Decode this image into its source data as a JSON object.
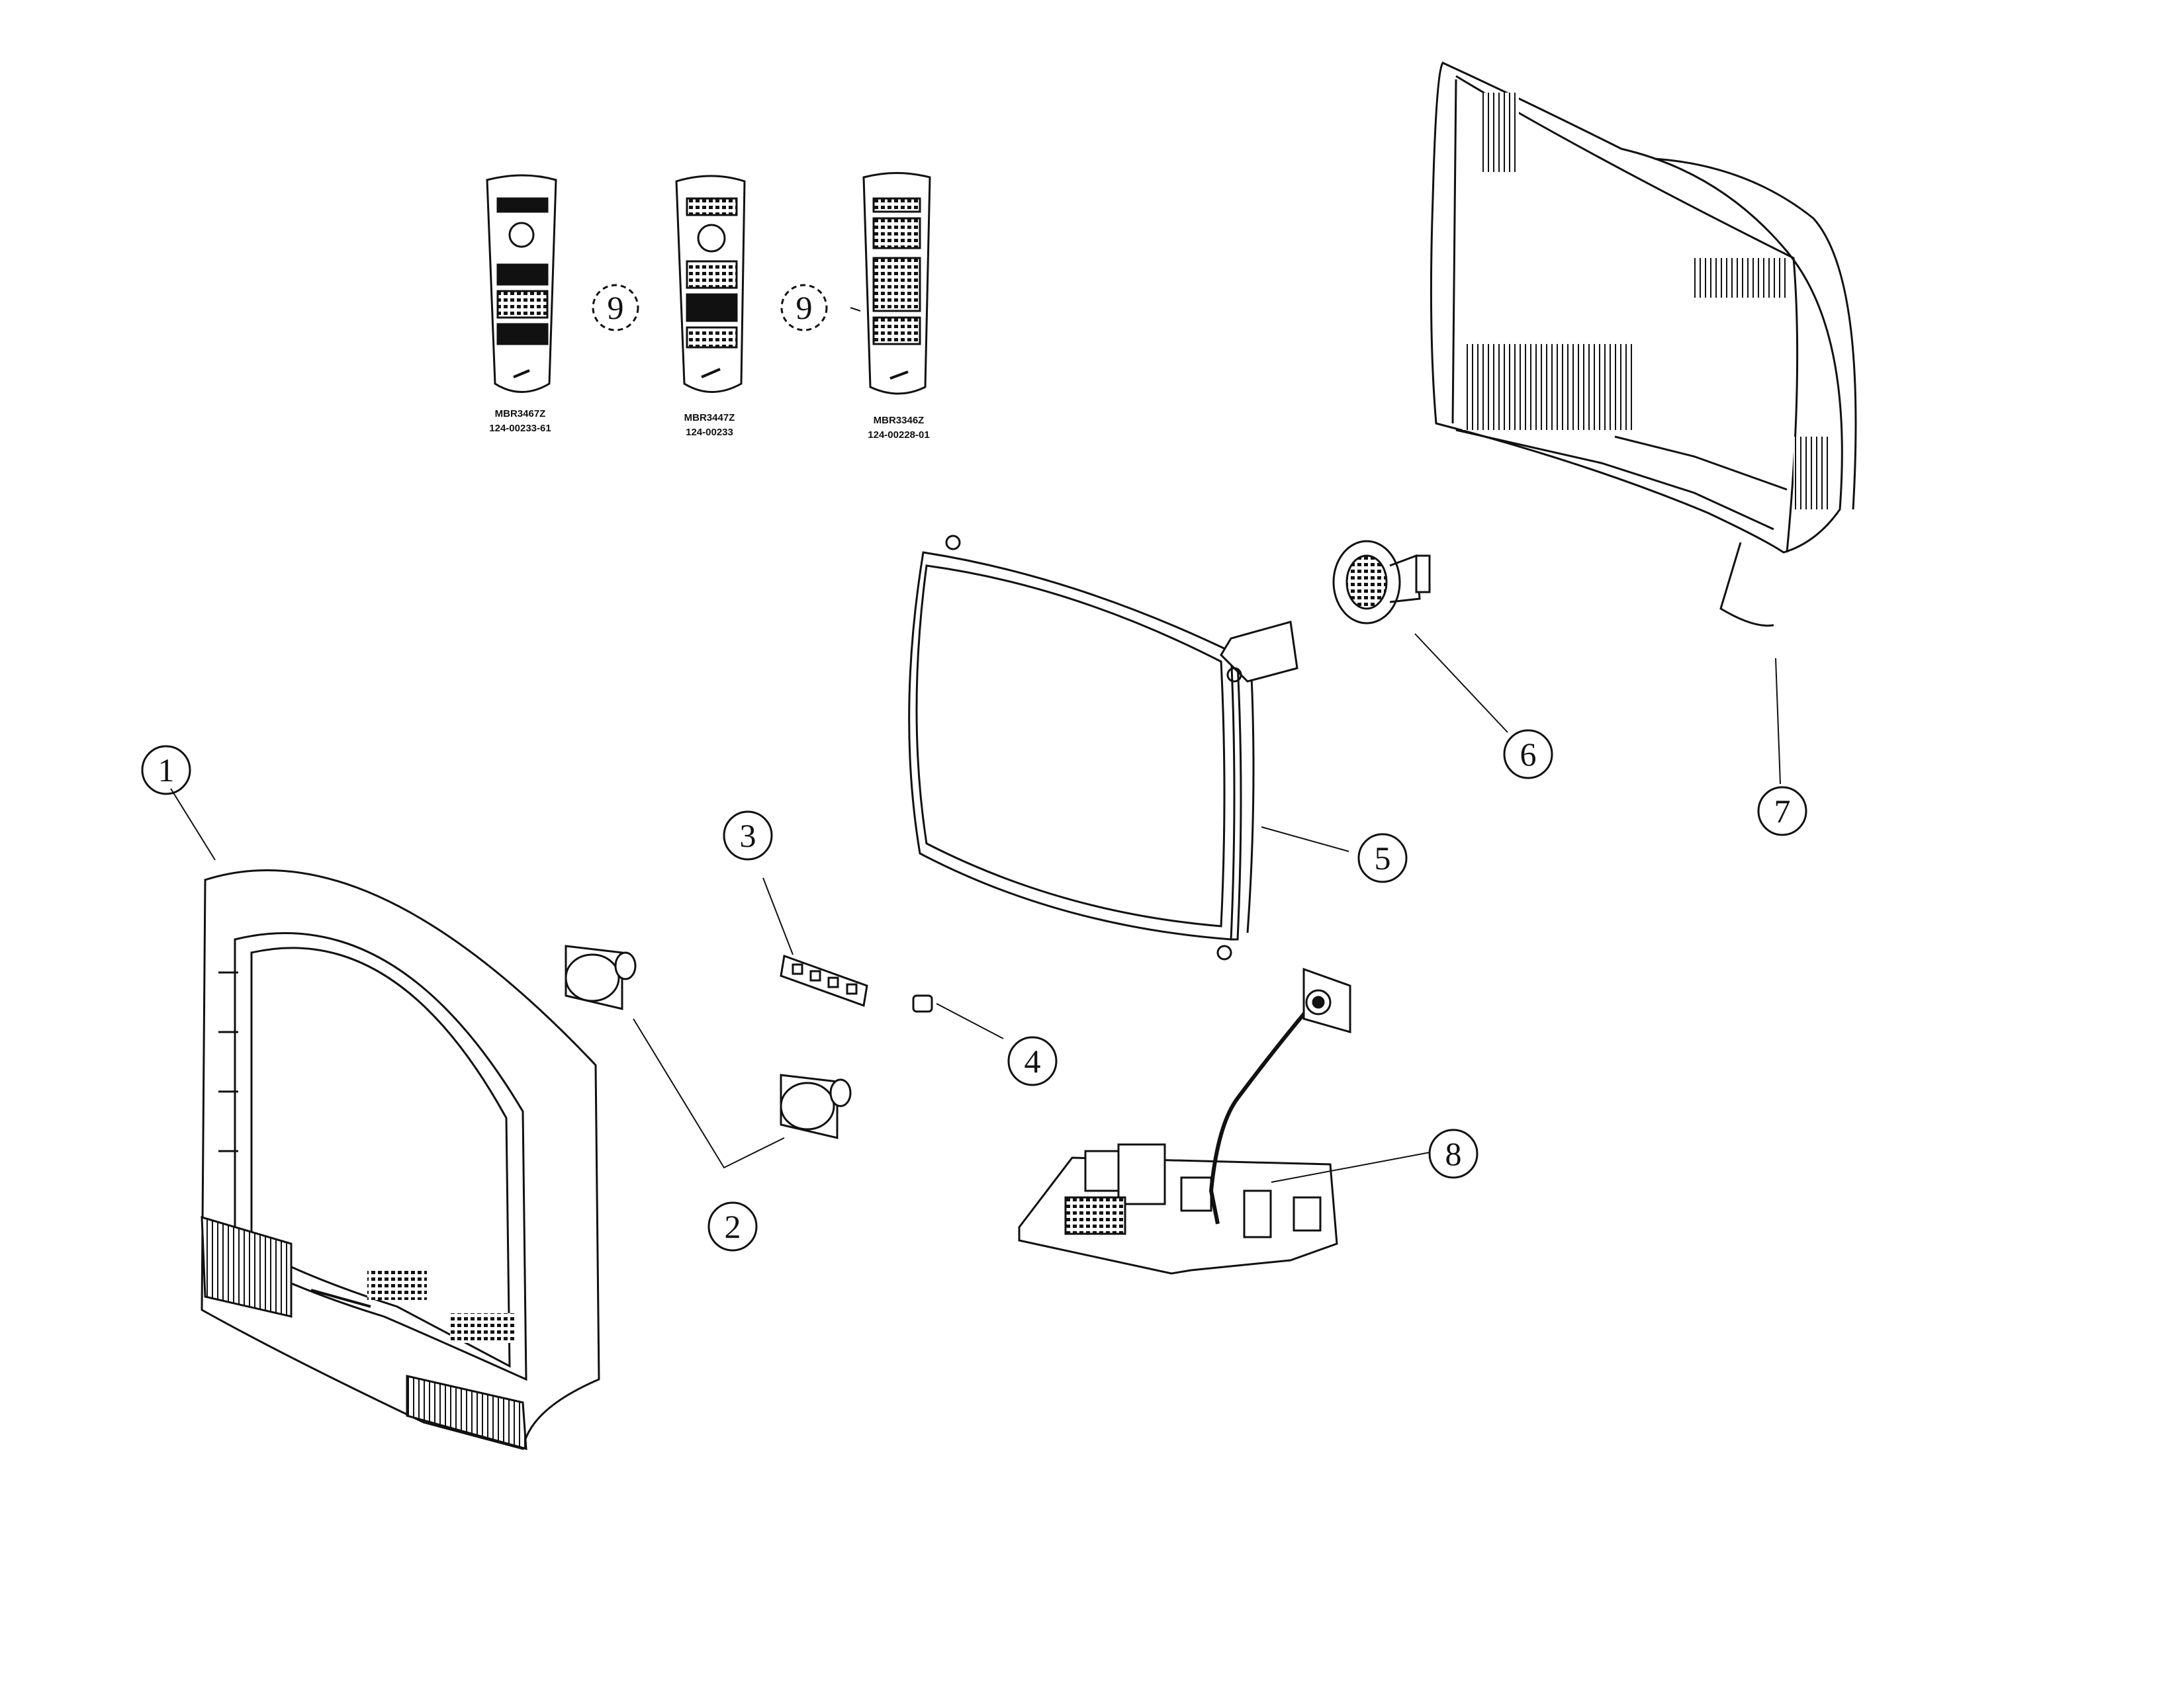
{
  "callouts": {
    "c1": "1",
    "c2": "2",
    "c3": "3",
    "c4": "4",
    "c5": "5",
    "c6": "6",
    "c7": "7",
    "c8": "8",
    "c9a": "9",
    "c9b": "9"
  },
  "remotes": [
    {
      "model": "MBR3467Z",
      "part": "124-00233-61"
    },
    {
      "model": "MBR3447Z",
      "part": "124-00233"
    },
    {
      "model": "MBR3346Z",
      "part": "124-00228-01"
    }
  ],
  "colors": {
    "ink": "#111111",
    "paper": "#ffffff",
    "shade": "#1a1a1a"
  }
}
